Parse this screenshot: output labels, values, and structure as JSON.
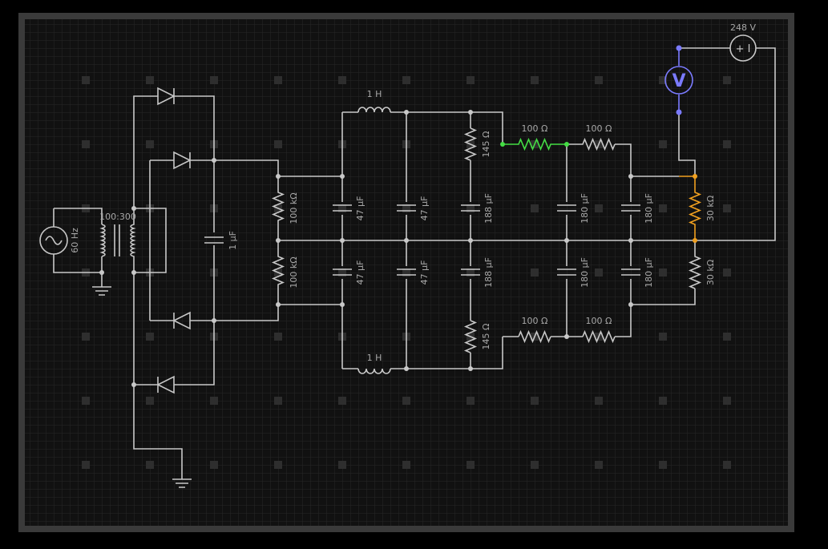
{
  "source": {
    "freq_label": "60 Hz"
  },
  "transformer": {
    "ratio_label": "100:300"
  },
  "capacitor_main": {
    "label": "1 µF"
  },
  "divider": {
    "upper": "100 kΩ",
    "lower": "100 kΩ"
  },
  "inductors": {
    "top": "1 H",
    "bottom": "1 H"
  },
  "filter_caps": {
    "c1_top": "47 µF",
    "c1_bot": "47 µF",
    "c2_top": "47 µF",
    "c2_bot": "47 µF",
    "c3_top": "188 µF",
    "c3_bot": "188 µF",
    "c4_top": "180 µF",
    "c4_bot": "180 µF",
    "c5_top": "180 µF",
    "c5_bot": "180 µF"
  },
  "resistors": {
    "r145_top": "145 Ω",
    "r145_bot": "145 Ω",
    "r100_top_a": "100 Ω",
    "r100_top_b": "100 Ω",
    "r100_bot_a": "100 Ω",
    "r100_bot_b": "100 Ω",
    "r30k_top": "30 kΩ",
    "r30k_bot": "30 kΩ"
  },
  "voltmeter": {
    "reading": "248 V",
    "symbol": "V",
    "battery_symbol": "+ I"
  },
  "colors": {
    "background": "#000000",
    "grid": "#2a2a2a",
    "wire": "#c8c8c8",
    "highlight_green": "#44dd44",
    "highlight_orange": "#f0a020",
    "voltmeter_blue": "#7b7bff"
  },
  "icons": [
    "ac-source-icon",
    "ground-icon",
    "diode-icon",
    "voltmeter-icon",
    "battery-icon"
  ]
}
